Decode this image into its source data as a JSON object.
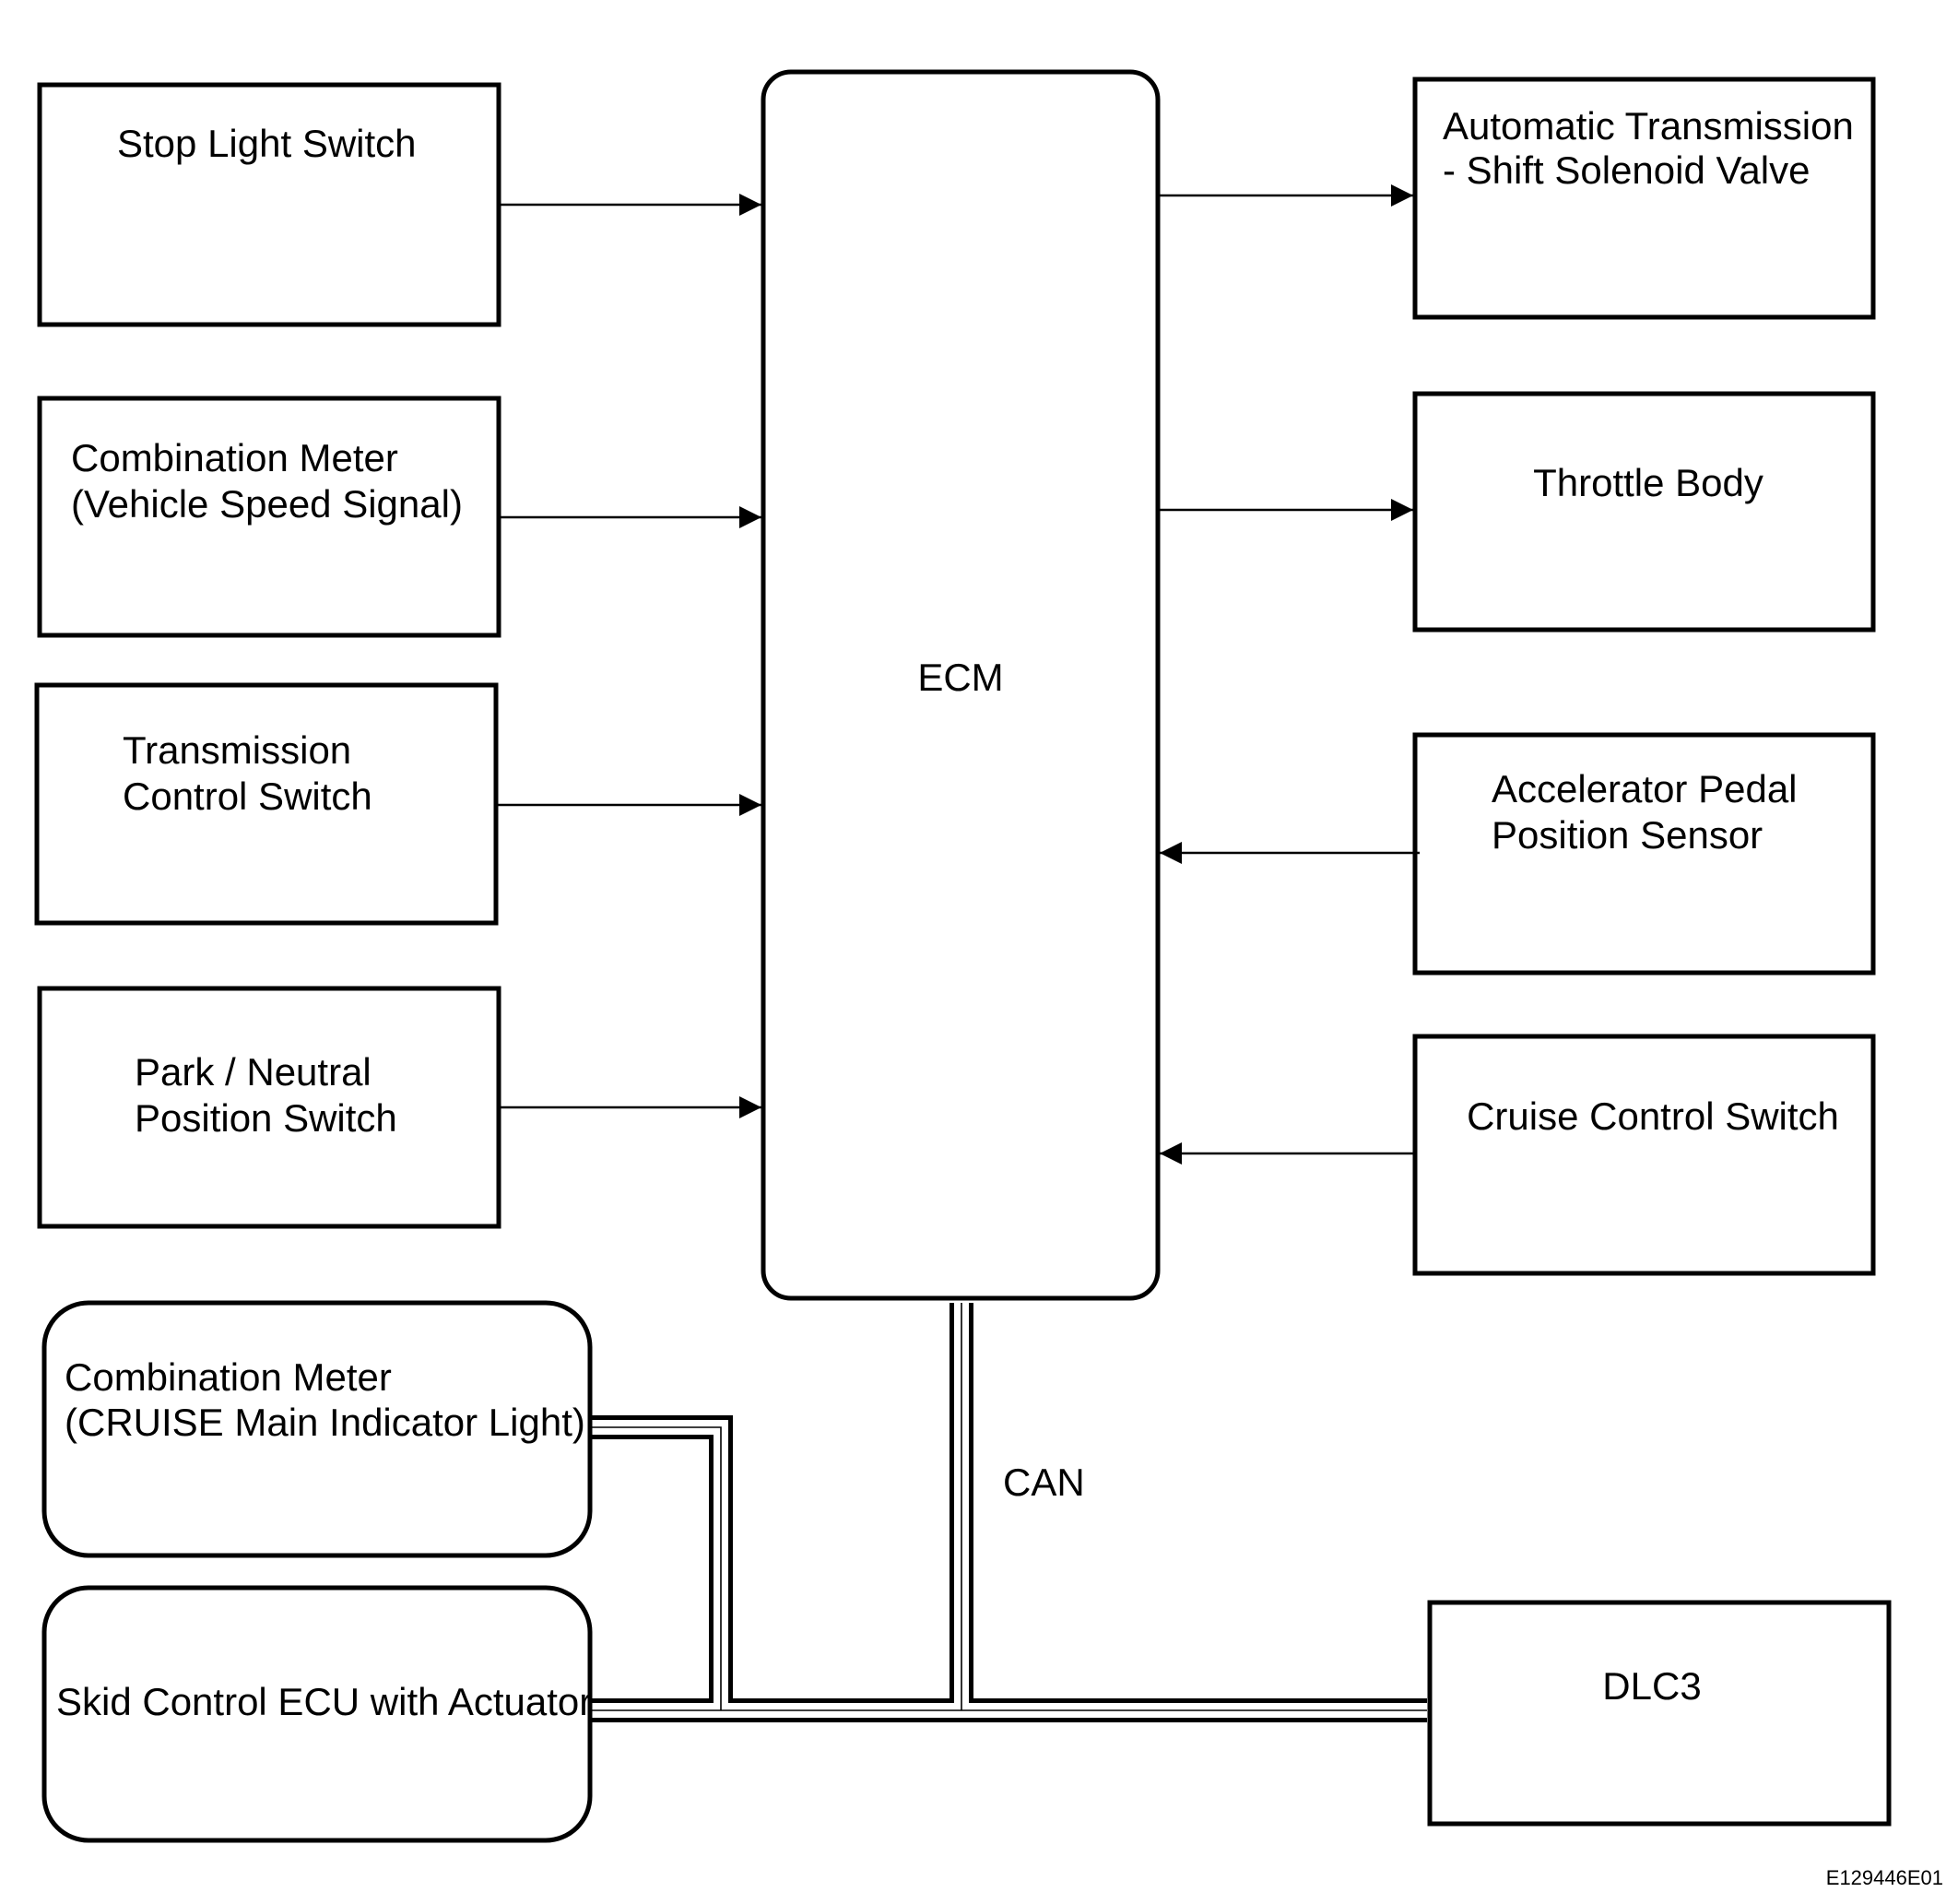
{
  "diagram": {
    "ecm": {
      "label": "ECM"
    },
    "inputs_left": [
      {
        "id": "stop-light-switch",
        "lines": [
          "Stop Light Switch"
        ]
      },
      {
        "id": "combination-meter-speed",
        "lines": [
          "Combination Meter",
          "(Vehicle Speed Signal)"
        ]
      },
      {
        "id": "transmission-control-switch",
        "lines": [
          "Transmission",
          "Control Switch"
        ]
      },
      {
        "id": "park-neutral-switch",
        "lines": [
          "Park / Neutral",
          "Position Switch"
        ]
      }
    ],
    "outputs_right": [
      {
        "id": "automatic-transmission",
        "lines": [
          "Automatic Transmission",
          "- Shift Solenoid Valve"
        ]
      },
      {
        "id": "throttle-body",
        "lines": [
          "Throttle Body"
        ]
      }
    ],
    "inputs_right": [
      {
        "id": "accelerator-pedal-sensor",
        "lines": [
          "Accelerator Pedal",
          "Position Sensor"
        ]
      },
      {
        "id": "cruise-control-switch",
        "lines": [
          "Cruise Control Switch"
        ]
      }
    ],
    "can_nodes": [
      {
        "id": "combination-meter-cruise",
        "lines": [
          "Combination Meter",
          "(CRUISE Main Indicator Light)"
        ]
      },
      {
        "id": "skid-control-ecu",
        "lines": [
          "Skid Control ECU with Actuator"
        ]
      },
      {
        "id": "dlc3",
        "lines": [
          "DLC3"
        ]
      }
    ],
    "bus_label": "CAN",
    "figure_code": "E129446E01"
  }
}
